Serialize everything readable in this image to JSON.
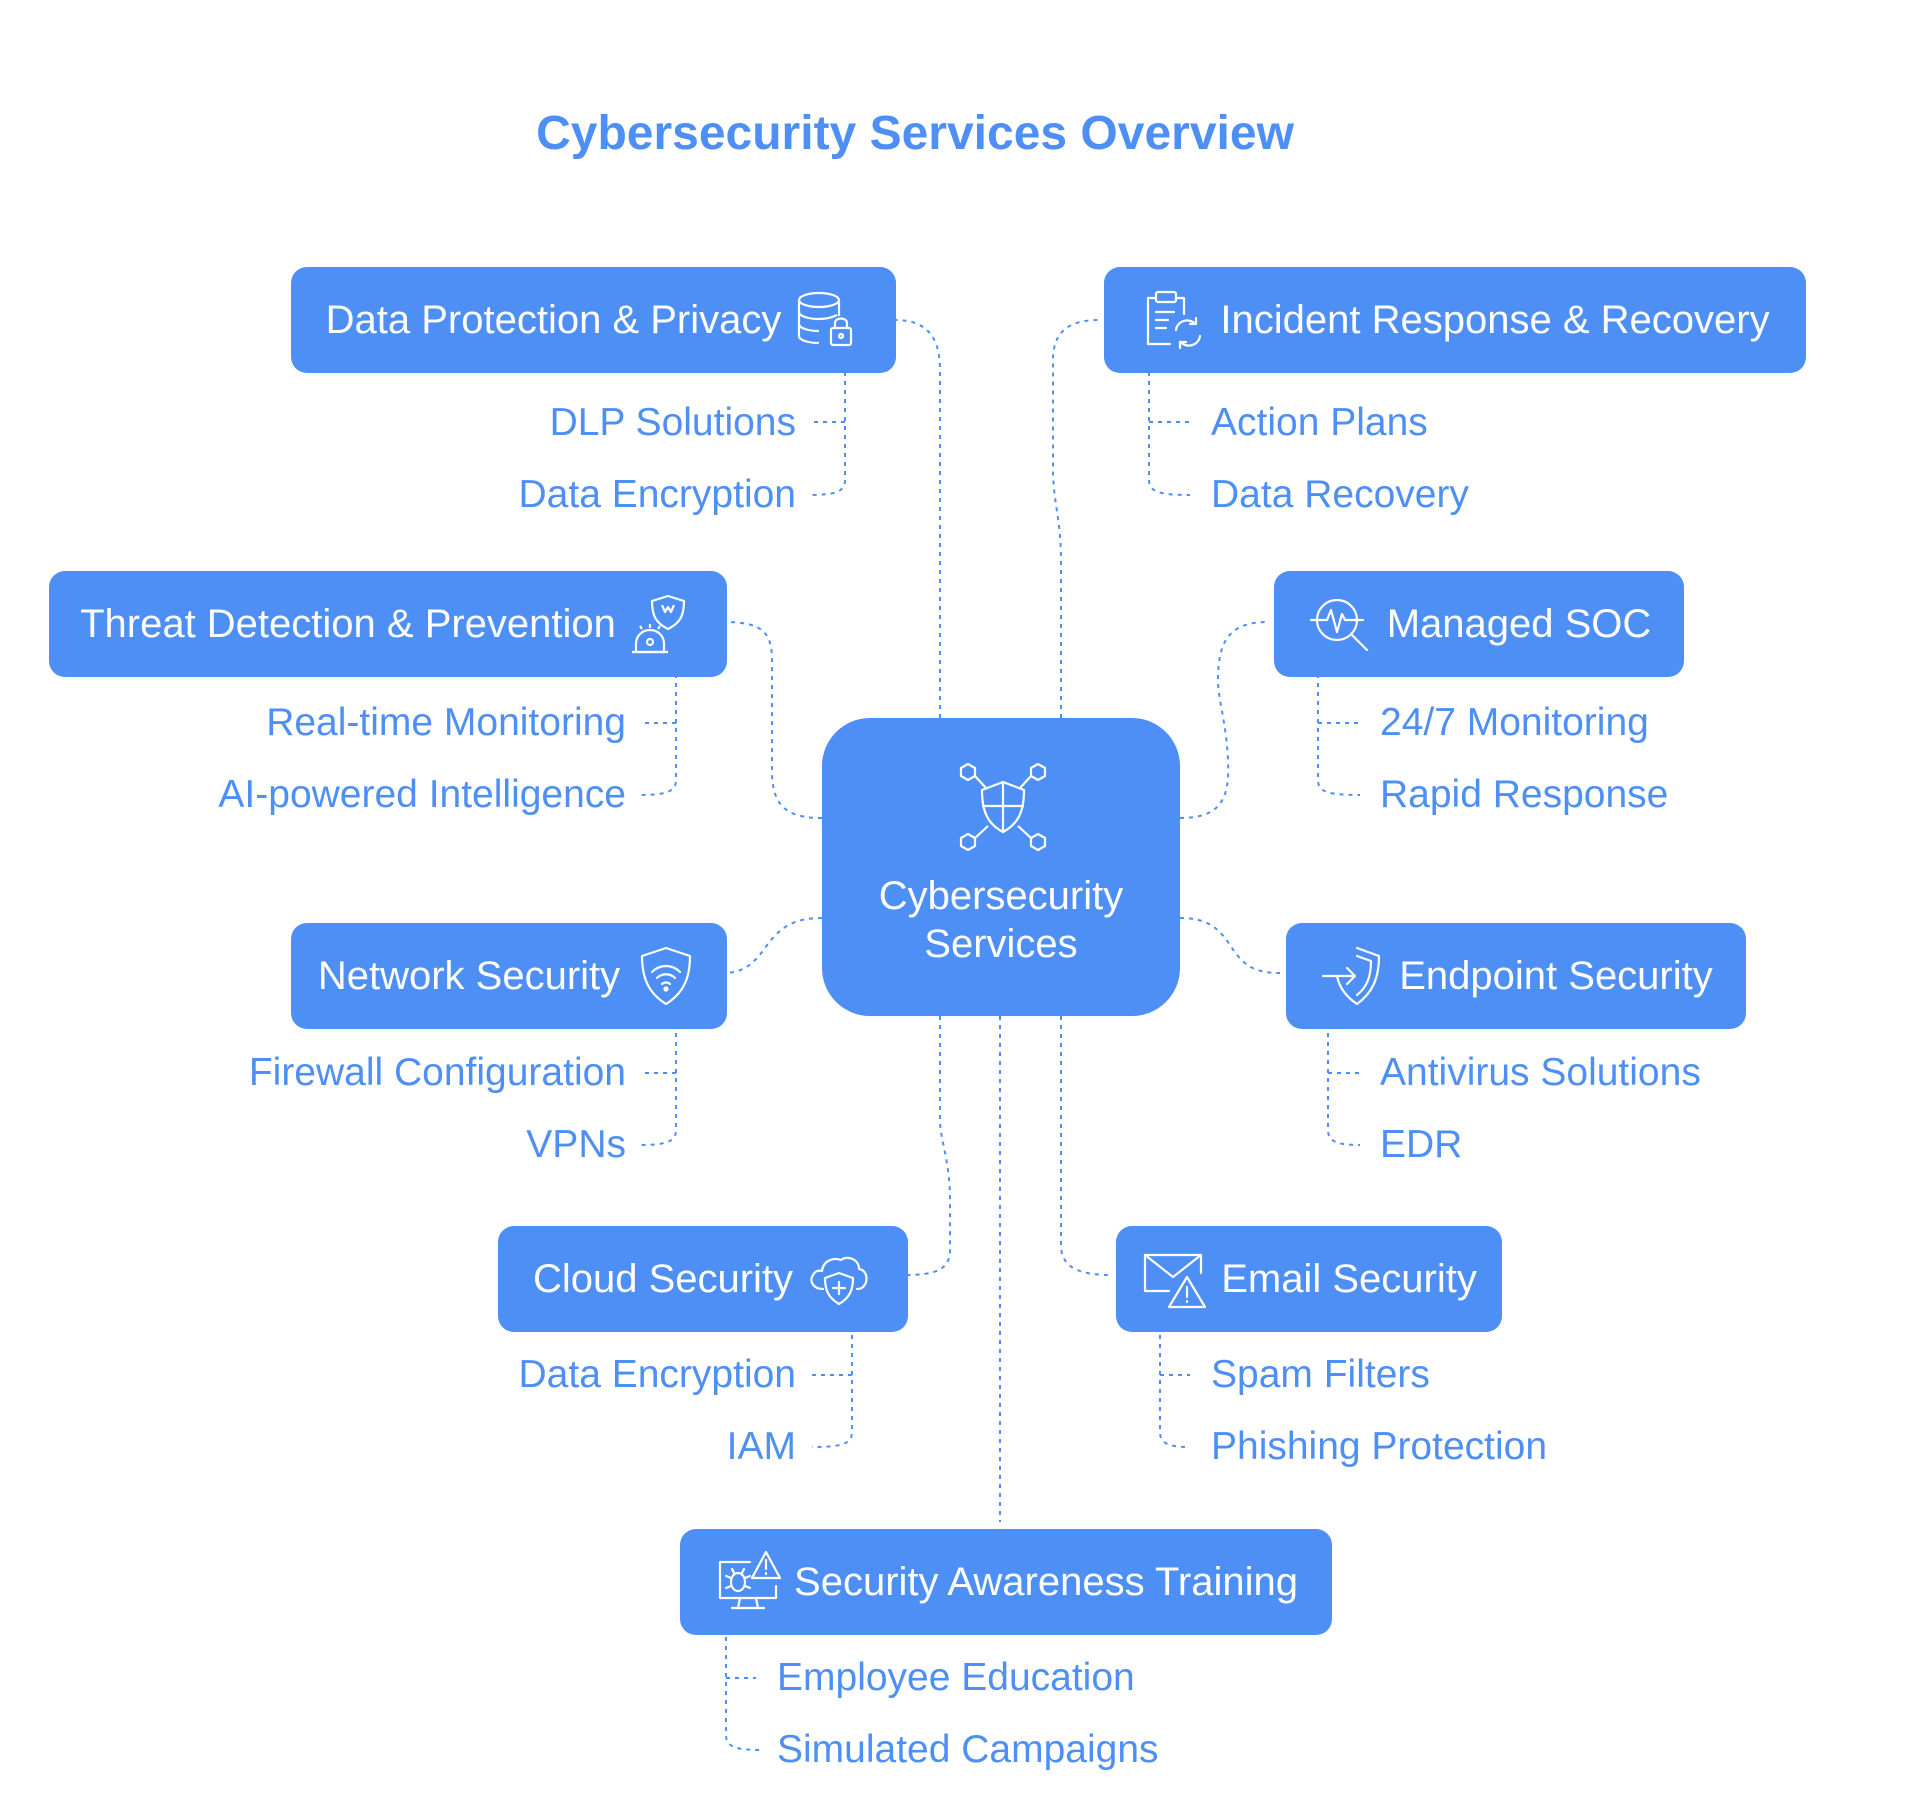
{
  "title": "Cybersecurity Services Overview",
  "colors": {
    "primary": "#4d8ff5",
    "text_on_primary": "#ffffff",
    "connector": "#4d8ff5"
  },
  "center": {
    "label": "Cybersecurity\nServices",
    "icon": "shield-network-icon"
  },
  "categories": {
    "data_protection": {
      "label": "Data Protection & Privacy",
      "icon": "database-lock-icon",
      "items": [
        "DLP Solutions",
        "Data Encryption"
      ]
    },
    "threat_detection": {
      "label": "Threat Detection & Prevention",
      "icon": "alarm-shield-icon",
      "items": [
        "Real-time Monitoring",
        "AI-powered Intelligence"
      ]
    },
    "network_security": {
      "label": "Network Security",
      "icon": "wifi-shield-icon",
      "items": [
        "Firewall Configuration",
        "VPNs"
      ]
    },
    "cloud_security": {
      "label": "Cloud Security",
      "icon": "cloud-shield-icon",
      "items": [
        "Data Encryption",
        "IAM"
      ]
    },
    "incident_response": {
      "label": "Incident Response & Recovery",
      "icon": "clipboard-refresh-icon",
      "items": [
        "Action Plans",
        "Data Recovery"
      ]
    },
    "managed_soc": {
      "label": "Managed SOC",
      "icon": "pulse-magnifier-icon",
      "items": [
        "24/7 Monitoring",
        "Rapid Response"
      ]
    },
    "endpoint_security": {
      "label": "Endpoint Security",
      "icon": "shield-login-icon",
      "items": [
        "Antivirus Solutions",
        "EDR"
      ]
    },
    "email_security": {
      "label": "Email Security",
      "icon": "mail-warning-icon",
      "items": [
        "Spam Filters",
        "Phishing Protection"
      ]
    },
    "awareness_training": {
      "label": "Security Awareness Training",
      "icon": "monitor-bug-warning-icon",
      "items": [
        "Employee Education",
        "Simulated Campaigns"
      ]
    }
  }
}
